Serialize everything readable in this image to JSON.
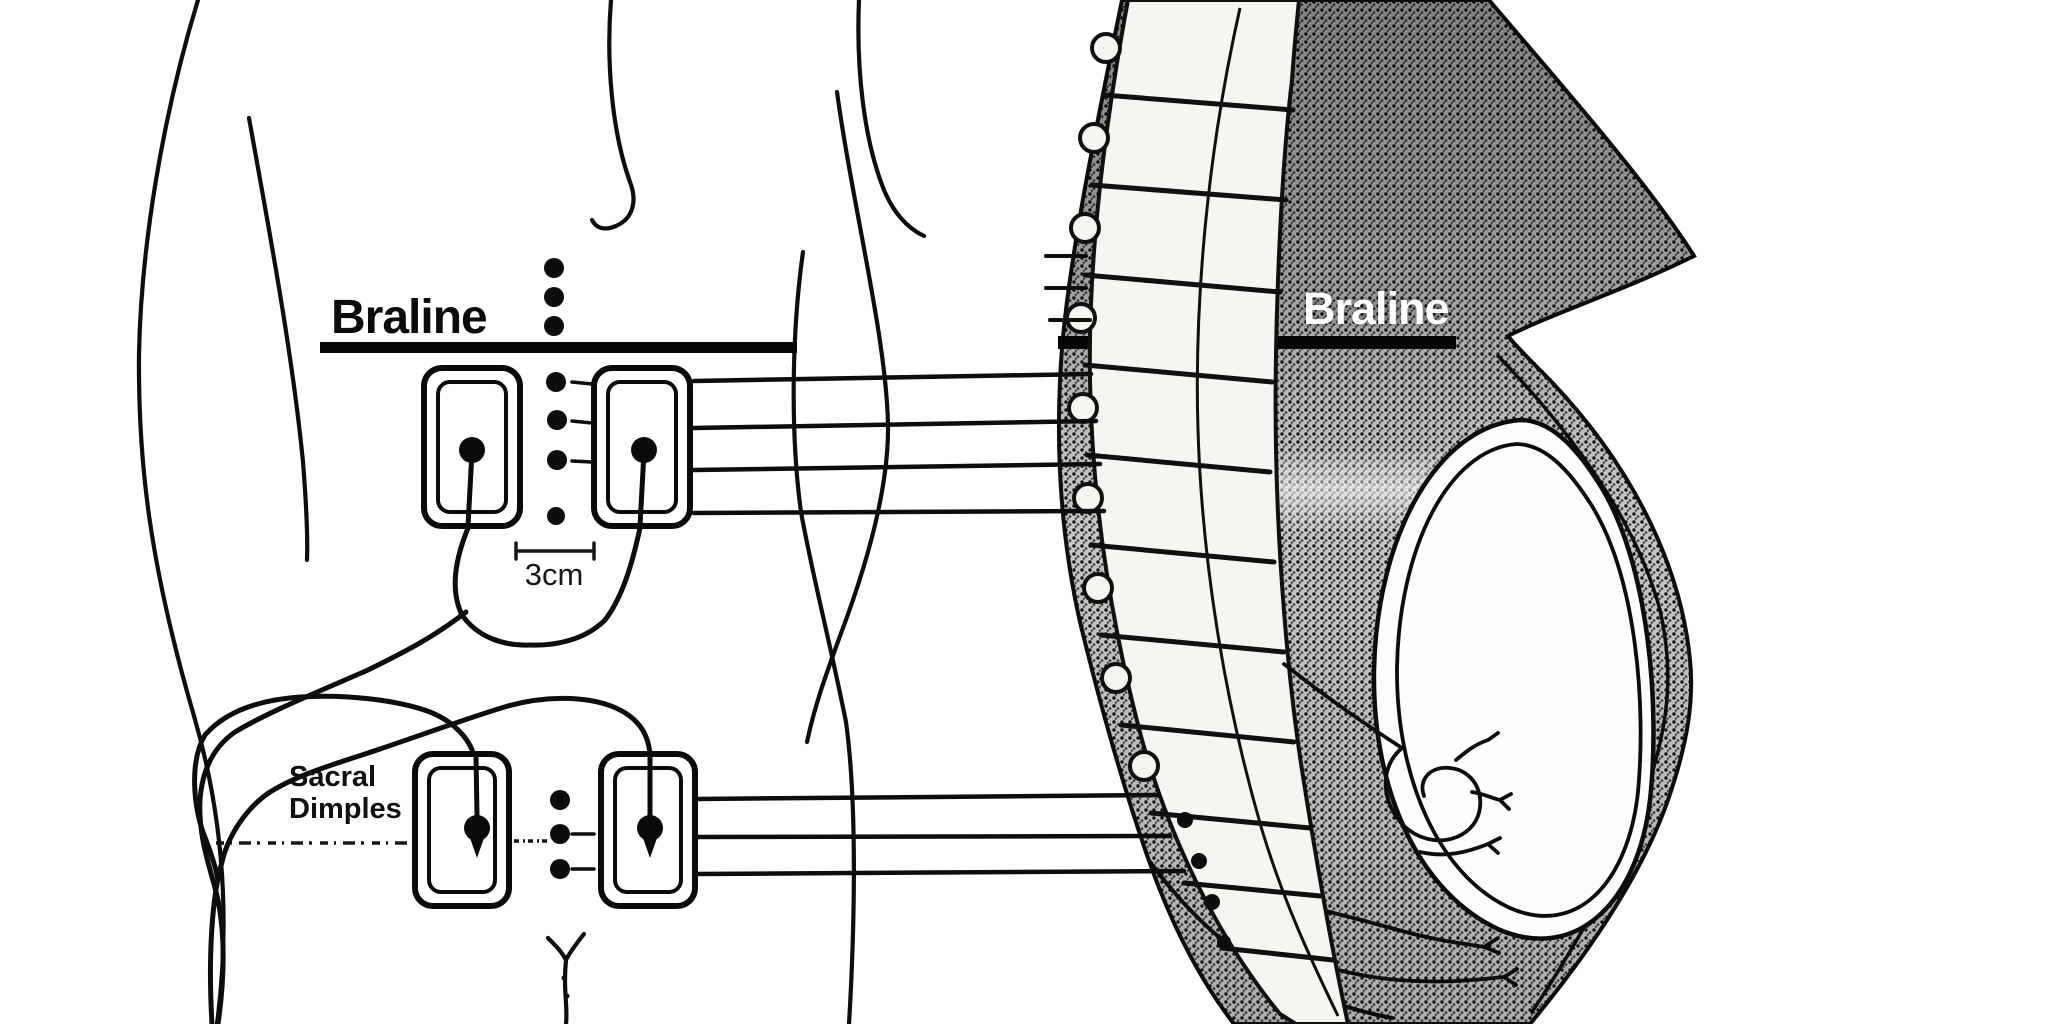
{
  "figure": {
    "kind": "medical electrode placement diagram",
    "views": [
      "posterior back view",
      "lateral pregnant torso view"
    ]
  },
  "back_view": {
    "braline_label": "Braline",
    "gap_measurement": "3cm",
    "sacral_label_line1": "Sacral",
    "sacral_label_line2": "Dimples",
    "electrode_pads": [
      "upper-left",
      "upper-right",
      "lower-left",
      "lower-right"
    ],
    "spinous_dots_upper": 7,
    "spinous_dots_lower": 3
  },
  "side_view": {
    "braline_label": "Braline",
    "upper_leader_lines": 4,
    "lower_leader_lines": 3
  },
  "colors": {
    "ink": "#0d0d0d",
    "paper": "#ffffff",
    "shading_base": "#c4c4c4",
    "label_on_dark": "#ffffff"
  }
}
